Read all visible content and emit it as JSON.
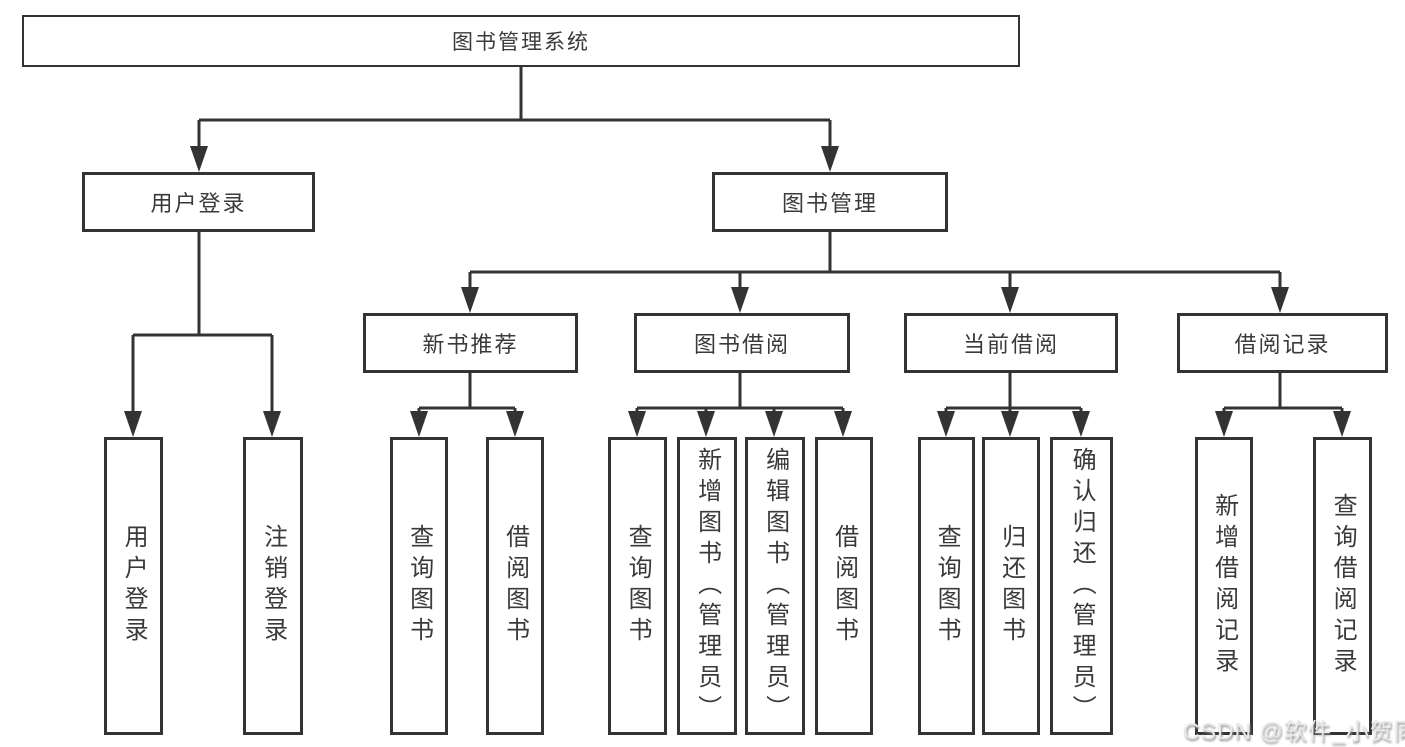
{
  "diagram": {
    "root": {
      "label": "图书管理系统"
    },
    "branches": [
      {
        "label": "用户登录",
        "children": [
          {
            "label": "用户登录"
          },
          {
            "label": "注销登录"
          }
        ]
      },
      {
        "label": "图书管理",
        "children": [
          {
            "label": "新书推荐",
            "children": [
              {
                "label": "查询图书"
              },
              {
                "label": "借阅图书"
              }
            ]
          },
          {
            "label": "图书借阅",
            "children": [
              {
                "label": "查询图书"
              },
              {
                "label": "新增图书（管理员）"
              },
              {
                "label": "编辑图书（管理员）"
              },
              {
                "label": "借阅图书"
              }
            ]
          },
          {
            "label": "当前借阅",
            "children": [
              {
                "label": "查询图书"
              },
              {
                "label": "归还图书"
              },
              {
                "label": "确认归还（管理员）"
              }
            ]
          },
          {
            "label": "借阅记录",
            "children": [
              {
                "label": "新增借阅记录"
              },
              {
                "label": "查询借阅记录"
              }
            ]
          }
        ]
      }
    ]
  },
  "watermark": {
    "text": "CSDN @软件_小贺同学"
  },
  "colors": {
    "line": "#333333",
    "box_border": "#333333",
    "text": "#3a3a3a",
    "background": "#ffffff",
    "watermark_text": "#e9e9e9",
    "watermark_shadow": "#8a8a8a"
  }
}
